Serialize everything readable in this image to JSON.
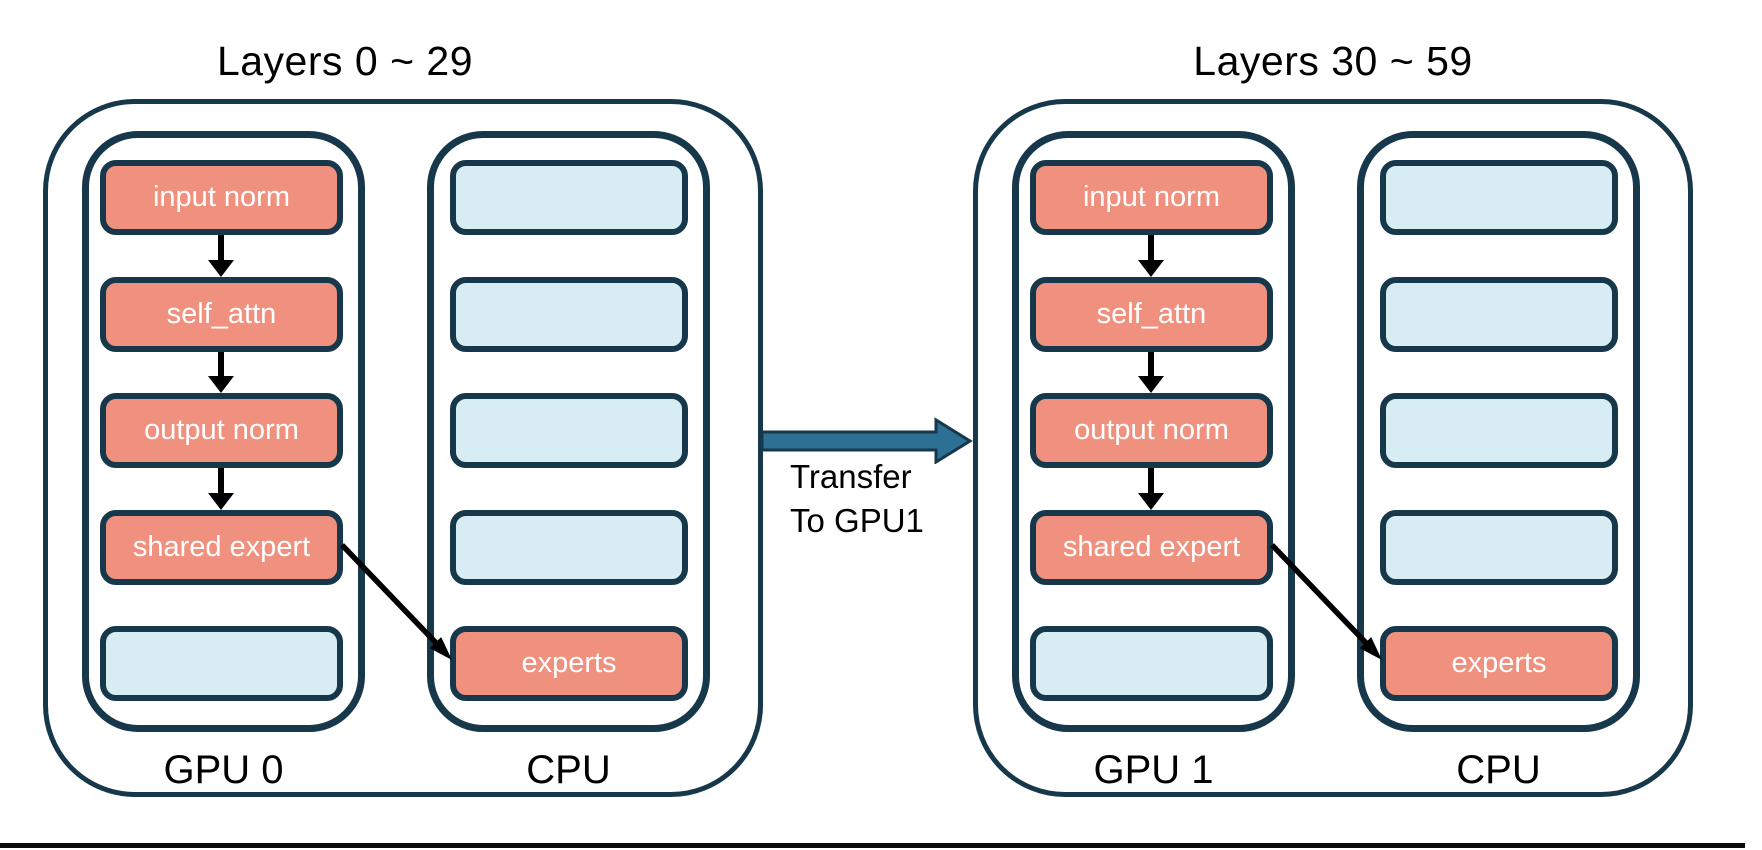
{
  "titles": {
    "left": "Layers 0 ~ 29",
    "right": "Layers 30 ~ 59"
  },
  "transfer": {
    "line1": "Transfer",
    "line2": "To GPU1"
  },
  "panels": [
    {
      "gpu_label": "GPU 0",
      "cpu_label": "CPU",
      "gpu_rows": [
        {
          "label": "input norm"
        },
        {
          "label": "self_attn"
        },
        {
          "label": "output norm"
        },
        {
          "label": "shared expert"
        },
        {
          "label": ""
        }
      ],
      "cpu_rows": [
        {
          "label": ""
        },
        {
          "label": ""
        },
        {
          "label": ""
        },
        {
          "label": ""
        },
        {
          "label": "experts"
        }
      ]
    },
    {
      "gpu_label": "GPU 1",
      "cpu_label": "CPU",
      "gpu_rows": [
        {
          "label": "input norm"
        },
        {
          "label": "self_attn"
        },
        {
          "label": "output norm"
        },
        {
          "label": "shared expert"
        },
        {
          "label": ""
        }
      ],
      "cpu_rows": [
        {
          "label": ""
        },
        {
          "label": ""
        },
        {
          "label": ""
        },
        {
          "label": ""
        },
        {
          "label": "experts"
        }
      ]
    }
  ],
  "colors": {
    "navy": "#16384a",
    "salmon": "#f0907e",
    "blue_light": "#d8ecf3",
    "arrow_blue": "#2e6f94",
    "text_dark": "#000000",
    "bottom_bar": "#0a0a0a"
  }
}
